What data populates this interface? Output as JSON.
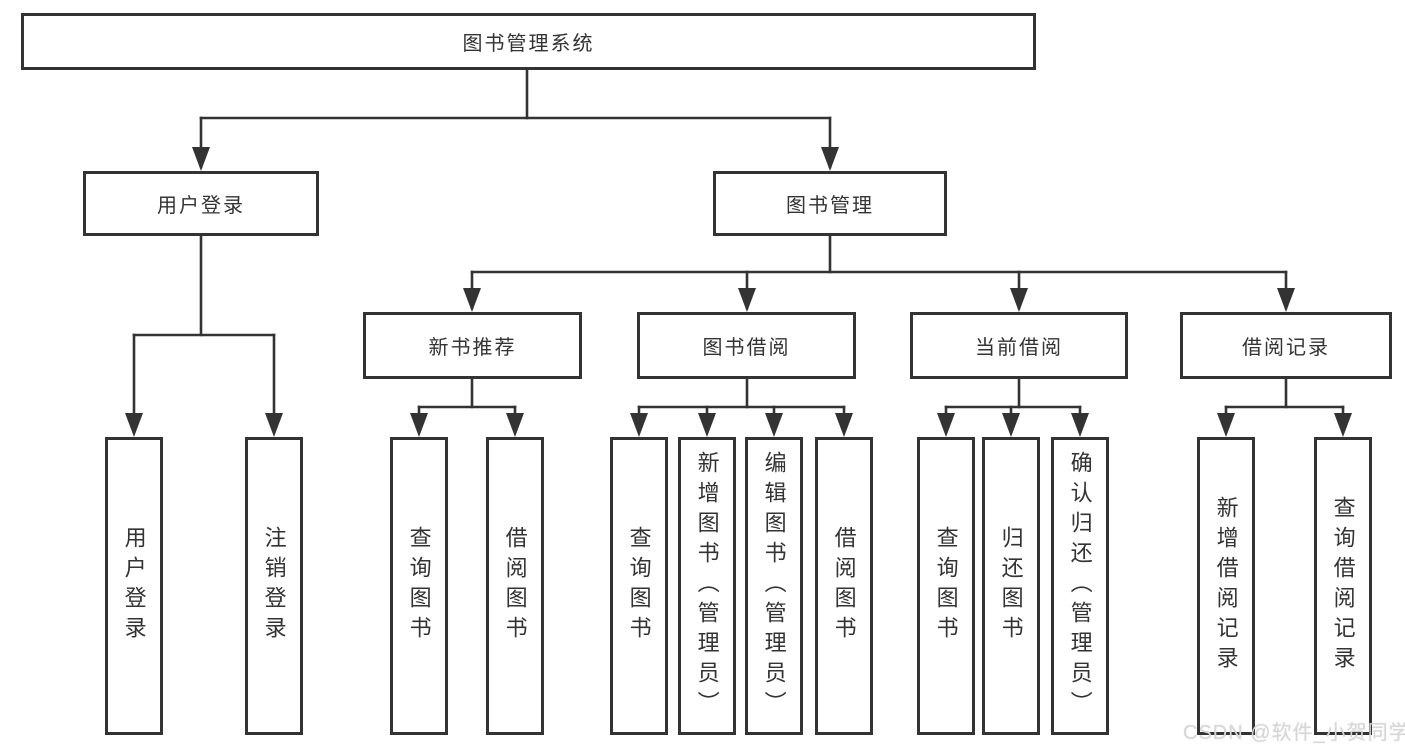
{
  "diagram": {
    "title": "图书管理系统",
    "level2": [
      "用户登录",
      "图书管理"
    ],
    "level3": [
      "新书推荐",
      "图书借阅",
      "当前借阅",
      "借阅记录"
    ],
    "leaves": {
      "login": [
        "用户登录",
        "注销登录"
      ],
      "newbook": [
        "查询图书",
        "借阅图书"
      ],
      "borrow": [
        "查询图书",
        "新增图书（管理员）",
        "编辑图书（管理员）",
        "借阅图书"
      ],
      "current": [
        "查询图书",
        "归还图书",
        "确认归还（管理员）"
      ],
      "records": [
        "新增借阅记录",
        "查询借阅记录"
      ]
    },
    "colors": {
      "line": "#333333",
      "text": "#333333",
      "background": "#ffffff"
    }
  },
  "watermark": "CSDN @软件_小贺同学"
}
